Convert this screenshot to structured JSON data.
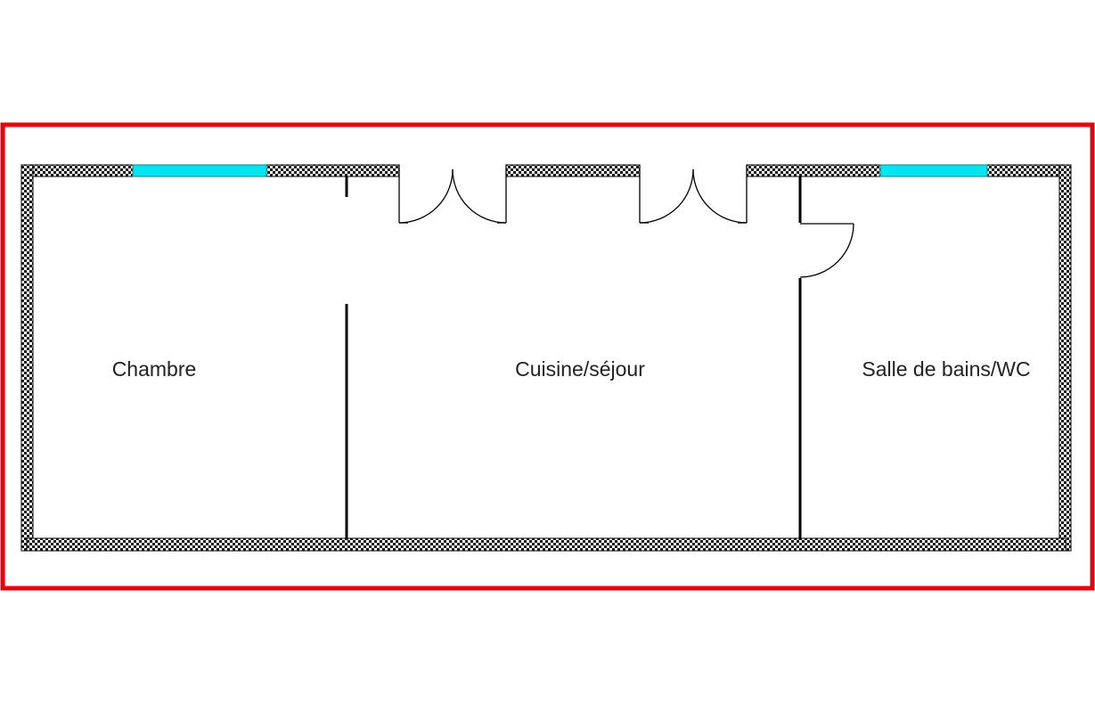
{
  "rooms": [
    {
      "id": "chambre",
      "label": "Chambre"
    },
    {
      "id": "cuisine-sejour",
      "label": "Cuisine/séjour"
    },
    {
      "id": "salle-de-bains-wc",
      "label": "Salle de bains/WC"
    }
  ],
  "colors": {
    "frame": "#e8000b",
    "window": "#00e5ef",
    "wall_pattern_dark": "#1a1a1a",
    "wall_pattern_light": "#ffffff",
    "partition": "#000000"
  }
}
